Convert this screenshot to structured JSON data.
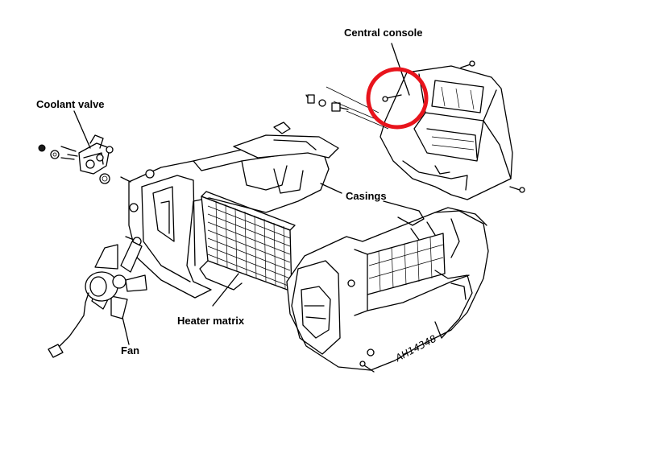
{
  "labels": {
    "central_console": "Central console",
    "coolant_valve": "Coolant valve",
    "casings": "Casings",
    "heater_matrix": "Heater matrix",
    "fan": "Fan",
    "reference": "AH14348"
  },
  "colors": {
    "background": "#ffffff",
    "line": "#000000",
    "highlight_circle": "#e8141c"
  },
  "highlight": "circle around console fixing screw"
}
